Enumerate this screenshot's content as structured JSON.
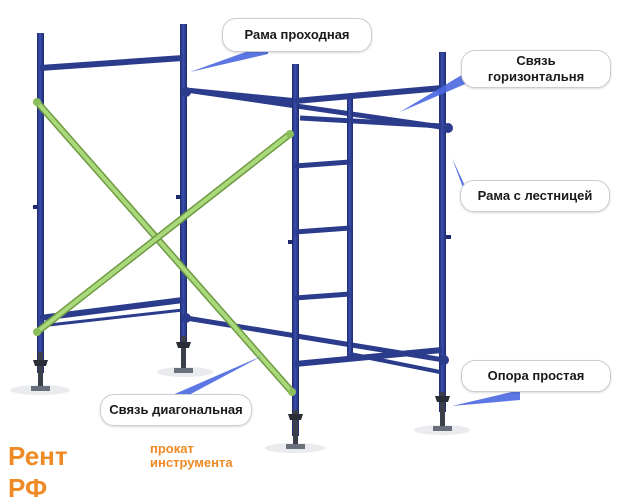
{
  "callouts": {
    "frame_walkthrough": "Рама проходная",
    "horizontal_brace": "Связь\nгоризонтальня",
    "frame_ladder": "Рама с лестницей",
    "simple_support": "Опора простая",
    "diagonal_brace": "Связь диагональная"
  },
  "logo": {
    "brand": "Рент РФ",
    "sub": "прокат\nинструмента"
  },
  "colors": {
    "frame_blue": "#2c3c8c",
    "brace_green": "#9fcf6a",
    "pointer_blue": "#4a68e0",
    "logo_orange": "#f08a24"
  }
}
